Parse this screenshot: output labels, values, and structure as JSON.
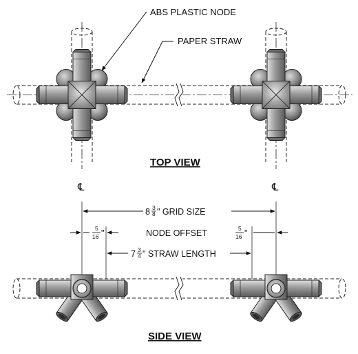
{
  "labels": {
    "node": "ABS PLASTIC NODE",
    "straw": "PAPER STRAW",
    "top_view": "TOP VIEW",
    "side_view": "SIDE VIEW",
    "centerline": "℄"
  },
  "dimensions": {
    "grid": {
      "whole": "8",
      "num": "3",
      "den": "8",
      "suffix": "\" GRID SIZE"
    },
    "node_offset": {
      "text": "NODE OFFSET",
      "num": "5",
      "den": "16",
      "inch": "\""
    },
    "straw_length": {
      "whole": "7",
      "num": "3",
      "den": "4",
      "suffix": "\" STRAW LENGTH"
    }
  },
  "colors": {
    "line": "#111111",
    "node_light": "#c8c8c8",
    "node_mid": "#8c8c8c",
    "node_dark": "#4a4a4a"
  }
}
